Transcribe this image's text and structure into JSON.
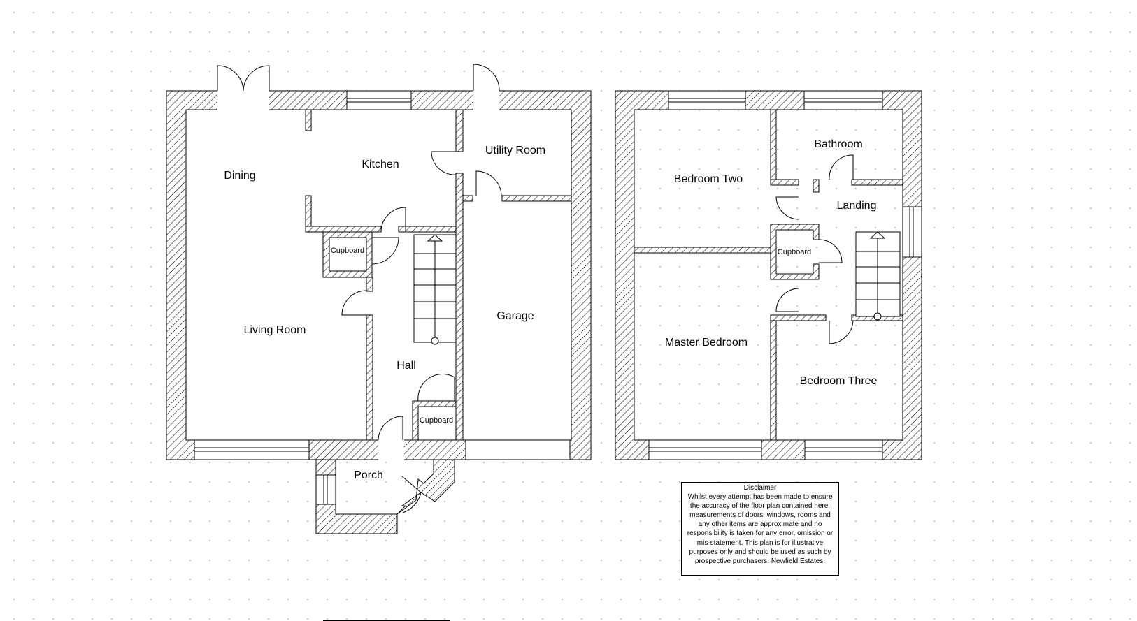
{
  "ground_floor": {
    "rooms": {
      "dining": "Dining",
      "kitchen": "Kitchen",
      "utility_room": "Utility Room",
      "cupboard_1": "Cupboard",
      "living_room": "Living Room",
      "garage": "Garage",
      "hall": "Hall",
      "cupboard_2": "Cupboard",
      "porch": "Porch"
    }
  },
  "first_floor": {
    "rooms": {
      "bathroom": "Bathroom",
      "bedroom_two": "Bedroom Two",
      "landing": "Landing",
      "cupboard": "Cupboard",
      "master_bedroom": "Master Bedroom",
      "bedroom_three": "Bedroom Three"
    }
  },
  "disclaimer": {
    "title": "Disclaimer",
    "text": "Whilst every attempt has been made to ensure the accuracy of the floor plan contained here, measurements of doors, windows, rooms and any other items are approximate and no responsibility is taken for any error, omission or mis-statement. This plan is for illustrative purposes only and should be used as such by prospective purchasers. Newfield Estates."
  }
}
